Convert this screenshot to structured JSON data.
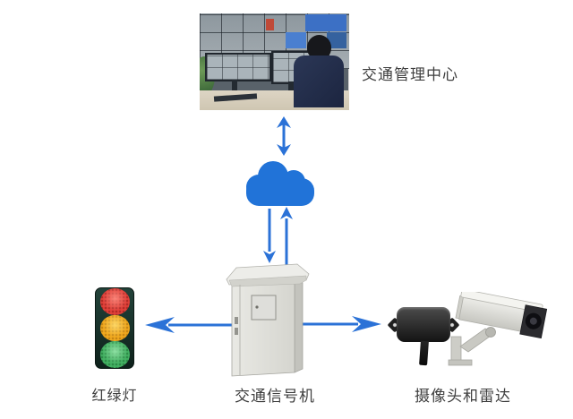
{
  "diagram": {
    "description": "traffic-management-system-topology",
    "nodes": {
      "management_center": {
        "label": "交通管理中心",
        "icon": "control-room-photo"
      },
      "cloud": {
        "icon": "cloud"
      },
      "signal_controller": {
        "label": "交通信号机",
        "icon": "signal-controller-cabinet"
      },
      "traffic_light": {
        "label": "红绿灯",
        "icon": "traffic-light"
      },
      "camera_radar": {
        "label": "摄像头和雷达",
        "icon": "camera-and-radar"
      }
    },
    "connections": [
      {
        "from": "management_center",
        "to": "cloud",
        "style": "double-headed-vertical-arrow"
      },
      {
        "from": "cloud",
        "to": "signal_controller",
        "style": "paired-down-and-up-arrows"
      },
      {
        "from": "signal_controller",
        "to": "traffic_light",
        "style": "arrow-pointing-left"
      },
      {
        "from": "signal_controller",
        "to": "camera_radar",
        "style": "arrow-pointing-right"
      }
    ],
    "colors": {
      "background": "#ffffff",
      "arrow": "#2b72d7",
      "cloud": "#2173d8",
      "label_text": "#3f3f3f",
      "cabinet": "#dcdcd6",
      "radar": "#1c1c1c",
      "light_red": "#e0413a",
      "light_yellow": "#f0a81e",
      "light_green": "#44b163"
    }
  }
}
